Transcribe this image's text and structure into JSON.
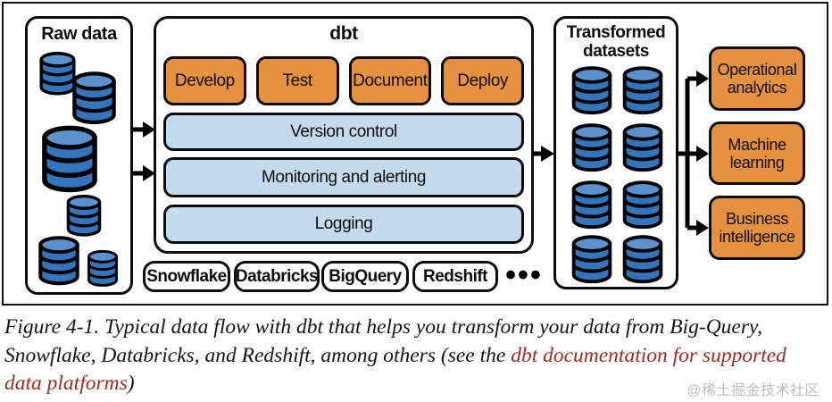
{
  "diagram": {
    "raw_data": {
      "title": "Raw data"
    },
    "dbt": {
      "title": "dbt",
      "actions": [
        "Develop",
        "Test",
        "Document",
        "Deploy"
      ],
      "layers": [
        "Version control",
        "Monitoring and alerting",
        "Logging"
      ]
    },
    "platforms": [
      "Snowflake",
      "Databricks",
      "BigQuery",
      "Redshift"
    ],
    "more_platforms": "•••",
    "transformed": {
      "title": "Transformed datasets"
    },
    "outputs": [
      "Operational analytics",
      "Machine learning",
      "Business intelligence"
    ],
    "colors": {
      "accent_orange": "#E69140",
      "layer_blue": "#C5DAEC",
      "database_blue": "#3474BA",
      "database_blue_light": "#5B92CE",
      "outline_black": "#0d0d0d",
      "link_red": "#9E2B21"
    }
  },
  "caption": {
    "text_before": "Figure 4-1. Typical data flow with dbt that helps you transform your data from Big-Query, Snowflake, Databricks, and Redshift, among others (see the ",
    "link_text": "dbt documentation for supported data platforms",
    "text_after": ")"
  },
  "watermark": "@稀土掘金技术社区"
}
